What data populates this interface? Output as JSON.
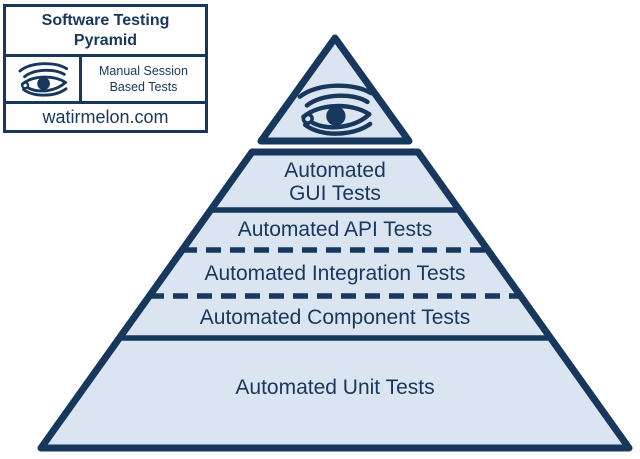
{
  "diagram": {
    "colors": {
      "outline_navy": "#17375D",
      "fill_light_blue": "#DAE5F1",
      "background": "#FFFFFF"
    },
    "legend": {
      "title": "Software Testing Pyramid",
      "eye_icon_label": "Manual Session Based Tests",
      "site": "watirmelon.com"
    },
    "pyramid": {
      "layers": [
        {
          "id": "manual-session",
          "representation": "eye-icon",
          "meaning": "Manual Session Based Tests",
          "separator_above": "none"
        },
        {
          "id": "gui",
          "label": "Automated GUI Tests",
          "separator_above": "gap"
        },
        {
          "id": "api",
          "label": "Automated API Tests",
          "separator_above": "solid"
        },
        {
          "id": "integration",
          "label": "Automated Integration Tests",
          "separator_above": "dashed"
        },
        {
          "id": "component",
          "label": "Automated Component Tests",
          "separator_above": "dashed"
        },
        {
          "id": "unit",
          "label": "Automated Unit Tests",
          "separator_above": "solid"
        }
      ]
    }
  }
}
